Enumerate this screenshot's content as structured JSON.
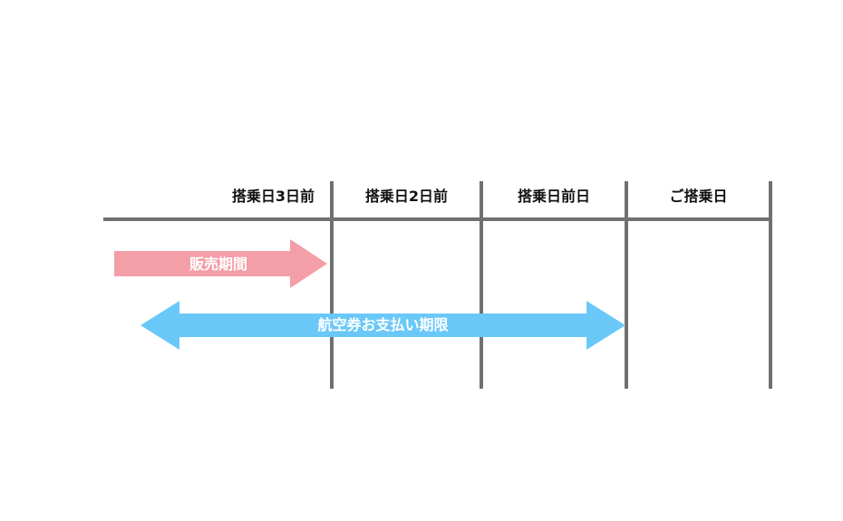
{
  "columns": [
    {
      "label": "搭乗日3日前"
    },
    {
      "label": "搭乗日2日前"
    },
    {
      "label": "搭乗日前日"
    },
    {
      "label": "ご搭乗日"
    }
  ],
  "arrows": {
    "sales": {
      "label": "販売期間",
      "color": "#f49ea8"
    },
    "payment": {
      "label": "航空券お支払い期限",
      "color": "#6ac8f8"
    }
  },
  "colors": {
    "line": "#707070",
    "header_text": "#111111"
  }
}
